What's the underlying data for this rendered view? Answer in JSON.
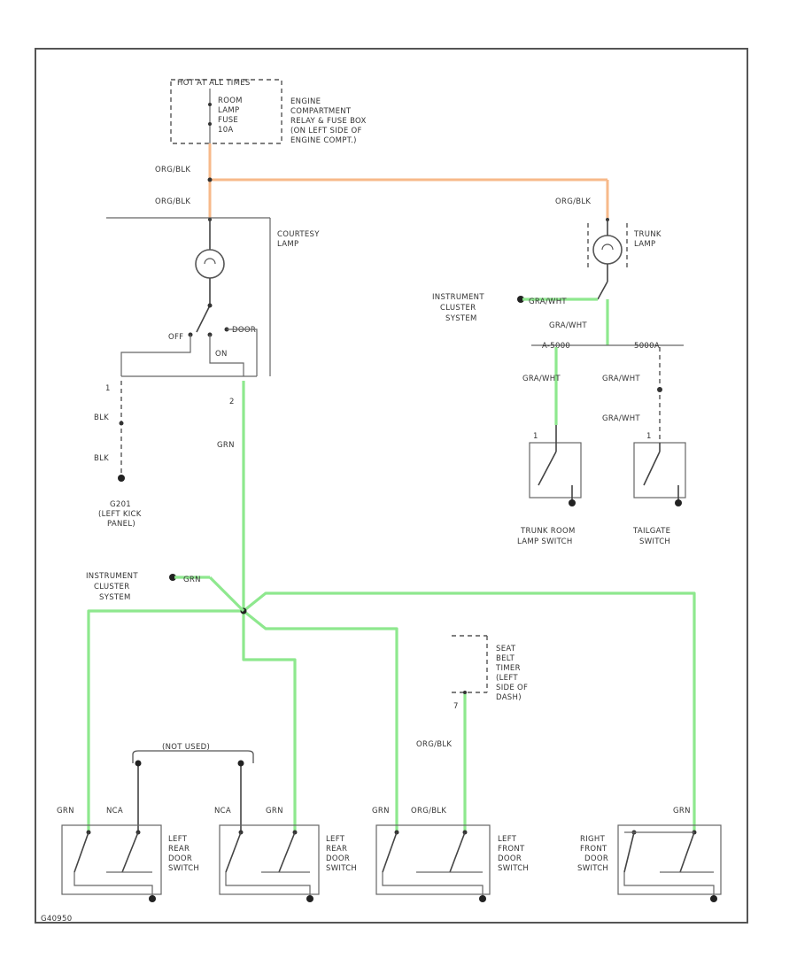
{
  "source": {
    "header": "HOT AT ALL TIMES",
    "fuse_label": [
      "ROOM",
      "LAMP",
      "FUSE",
      "10A"
    ],
    "location": [
      "ENGINE",
      "COMPARTMENT",
      "RELAY & FUSE BOX",
      "(ON LEFT SIDE OF",
      "ENGINE COMPT.)"
    ]
  },
  "wires": {
    "org_blk": "ORG/BLK",
    "blk": "BLK",
    "grn": "GRN",
    "gra_wht": "GRA/WHT",
    "nca": "NCA",
    "grn_lc": "GRN"
  },
  "courtesy_lamp": {
    "label": [
      "COURTESY",
      "LAMP"
    ],
    "off": "OFF",
    "door": "DOOR",
    "on": "ON",
    "pin1": "1",
    "pin2": "2"
  },
  "ground": [
    "G201",
    "(LEFT KICK",
    "PANEL)"
  ],
  "trunk_lamp": [
    "TRUNK",
    "LAMP"
  ],
  "instrument_cluster": [
    "INSTRUMENT",
    "CLUSTER",
    "SYSTEM"
  ],
  "connectors": {
    "a": "A-5000",
    "b": "5000A"
  },
  "trunk_room_switch": [
    "TRUNK ROOM",
    "LAMP SWITCH"
  ],
  "tailgate_switch": [
    "TAILGATE",
    "SWITCH"
  ],
  "seat_belt_timer": [
    "SEAT",
    "BELT",
    "TIMER",
    "(LEFT",
    "SIDE OF",
    "DASH)"
  ],
  "not_used": "(NOT USED)",
  "door_switches": {
    "left_rear_1": [
      "LEFT",
      "REAR",
      "DOOR",
      "SWITCH"
    ],
    "left_rear_2": [
      "LEFT",
      "REAR",
      "DOOR",
      "SWITCH"
    ],
    "left_front": [
      "LEFT",
      "FRONT",
      "DOOR",
      "SWITCH"
    ],
    "right_front": [
      "RIGHT",
      "FRONT",
      "DOOR",
      "SWITCH"
    ]
  },
  "pin_numbers": {
    "p1": "1",
    "p2": "2",
    "p7": "7"
  },
  "footer_code": "G40950",
  "colors": {
    "green_wire": "#8ee88e",
    "orange_wire": "#f7b98a",
    "ink": "#444444"
  }
}
